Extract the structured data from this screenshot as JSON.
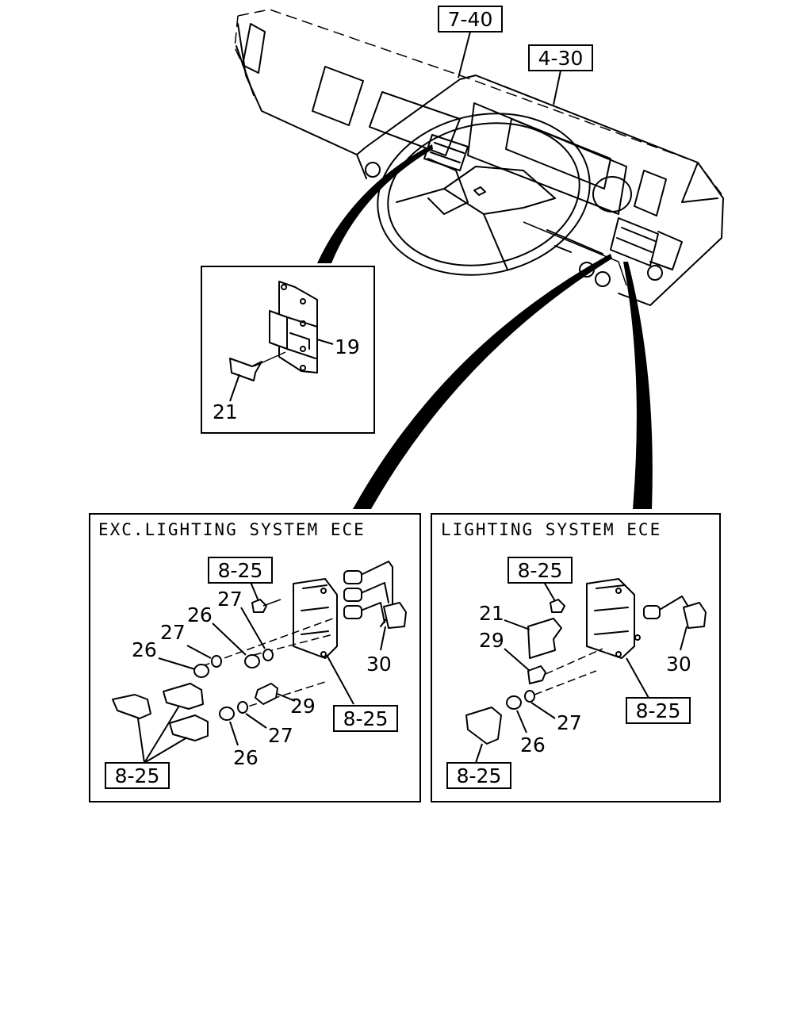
{
  "overview": {
    "ref_top": "7-40",
    "ref_right": "4-30"
  },
  "inset_upper": {
    "part_switch": "19",
    "part_clip": "21"
  },
  "panel_left": {
    "title": "EXC.LIGHTING SYSTEM ECE",
    "ref_screw": "8-25",
    "ref_bracket": "8-25",
    "ref_knobs": "8-25",
    "part_nut_a": "26",
    "part_washer_a": "27",
    "part_nut_b": "26",
    "part_washer_b": "27",
    "part_nut_c": "26",
    "part_washer_c": "27",
    "part_bulb": "29",
    "part_socket": "30"
  },
  "panel_right": {
    "title": "LIGHTING SYSTEM ECE",
    "ref_screw": "8-25",
    "ref_bracket": "8-25",
    "ref_knob": "8-25",
    "part_clip": "21",
    "part_bulb": "29",
    "part_nut": "26",
    "part_washer": "27",
    "part_socket": "30"
  }
}
